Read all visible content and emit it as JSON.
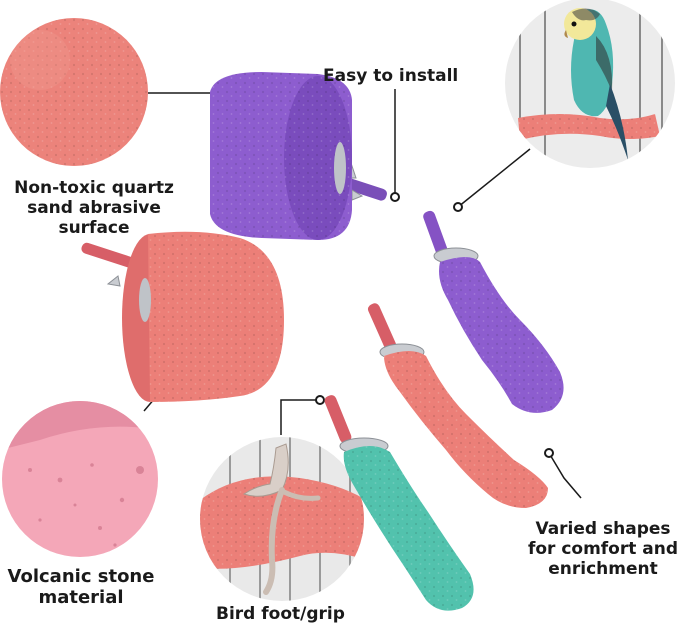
{
  "labels": {
    "easy_install": "Easy to install",
    "quartz_line1": "Non-toxic quartz",
    "quartz_line2": "sand abrasive",
    "quartz_line3": "surface",
    "volcanic_line1": "Volcanic stone",
    "volcanic_line2": "material",
    "grip": "Bird foot/grip",
    "varied_line1": "Varied shapes",
    "varied_line2": "for comfort and",
    "varied_line3": "enrichment"
  },
  "colors": {
    "salmon": "#ec7f78",
    "purple": "#8d5dcf",
    "teal": "#52c2ad",
    "pink": "#f3a3b7",
    "metal": "#c9ccd1",
    "text": "#1a1a1a"
  }
}
